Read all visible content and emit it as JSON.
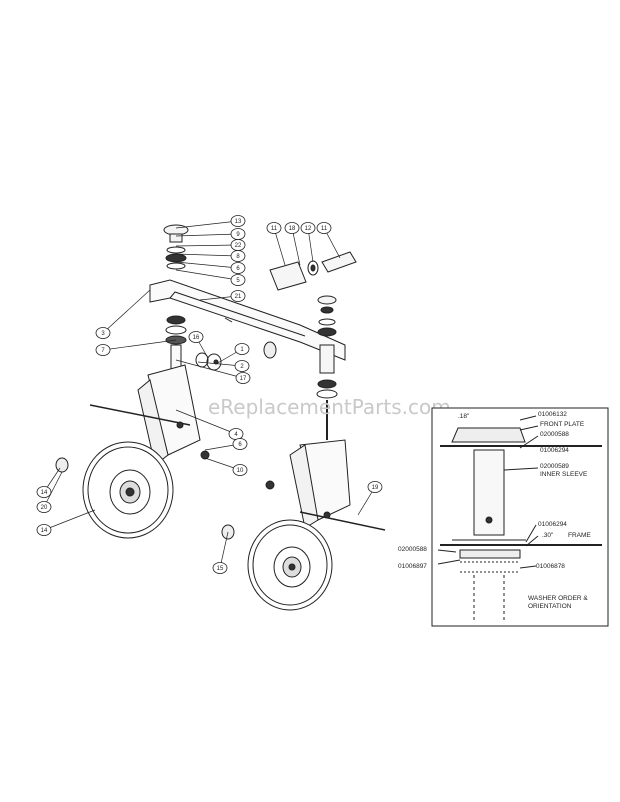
{
  "watermark": "eReplacementParts.com",
  "callouts": [
    "13",
    "9",
    "22",
    "8",
    "6",
    "5",
    "21",
    "3",
    "7",
    "16",
    "1",
    "2",
    "4",
    "6",
    "10",
    "14",
    "20",
    "14",
    "15",
    "19",
    "11",
    "18",
    "12",
    "11",
    "17"
  ],
  "detail": {
    "labels": [
      ".18\"",
      "01006132",
      "FRONT PLATE",
      "02000588",
      "01006294",
      "02000589",
      "INNER SLEEVE",
      "01006294",
      ".30\"",
      "FRAME",
      "02000588",
      "01006897",
      "01006878",
      "WASHER ORDER &",
      "ORIENTATION"
    ]
  }
}
